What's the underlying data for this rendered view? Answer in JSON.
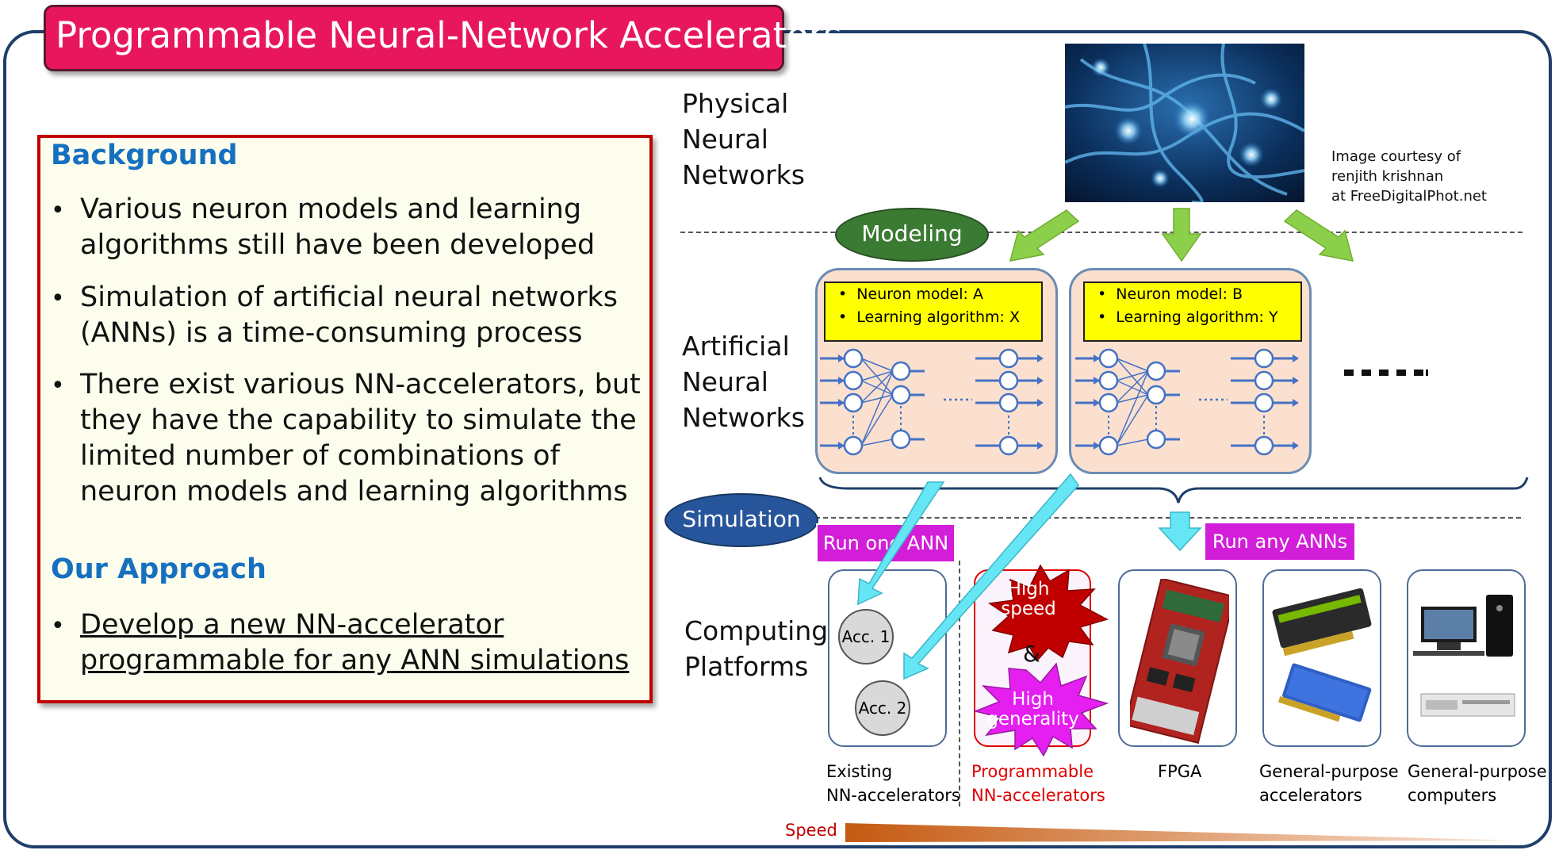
{
  "title": "Programmable Neural-Network Accelerators",
  "background": {
    "heading": "Background",
    "bullets": [
      [
        "Various neuron models and learning",
        "algorithms still have been developed"
      ],
      [
        "Simulation of artificial neural networks",
        "(ANNs) is a time-consuming process"
      ],
      [
        "There exist various NN-accelerators, but",
        "they have the capability to simulate the",
        "limited number of combinations of",
        "neuron models and learning algorithms"
      ]
    ],
    "approach_heading": "Our Approach",
    "approach_bullets": [
      [
        "Develop a new NN-accelerator",
        "programmable for any ANN simulations"
      ]
    ]
  },
  "diagram": {
    "row_physical": [
      "Physical",
      "Neural",
      "Networks"
    ],
    "row_artificial": [
      "Artificial",
      "Neural",
      "Networks"
    ],
    "row_platforms": [
      "Computing",
      "Platforms"
    ],
    "image_credit": [
      "Image courtesy of",
      "renjith krishnan",
      "at FreeDigitalPhot.net"
    ],
    "modeling": "Modeling",
    "simulation": "Simulation",
    "ann_a": [
      "Neuron model: A",
      "Learning algorithm: X"
    ],
    "ann_b": [
      "Neuron model: B",
      "Learning algorithm: Y"
    ],
    "run_one": "Run one ANN",
    "run_any": "Run any ANNs",
    "acc1": "Acc. 1",
    "acc2": "Acc. 2",
    "high_speed": [
      "High",
      "speed"
    ],
    "amp": "&",
    "high_generality": [
      "High",
      "generality"
    ],
    "platforms": [
      [
        "Existing",
        "NN-accelerators"
      ],
      [
        "Programmable",
        "NN-accelerators"
      ],
      [
        "FPGA"
      ],
      [
        "General-purpose",
        "accelerators"
      ],
      [
        "General-purpose",
        "computers"
      ]
    ],
    "speed_label": "Speed"
  },
  "colors": {
    "title_bg": "#e8175d",
    "heading": "#1670c0",
    "modeling_oval": "#3b7a32",
    "simulation_oval": "#27559b",
    "programmable_red": "#e00000",
    "arrow_green": "#8ccf4a",
    "arrow_cyan": "#66e6f5"
  }
}
